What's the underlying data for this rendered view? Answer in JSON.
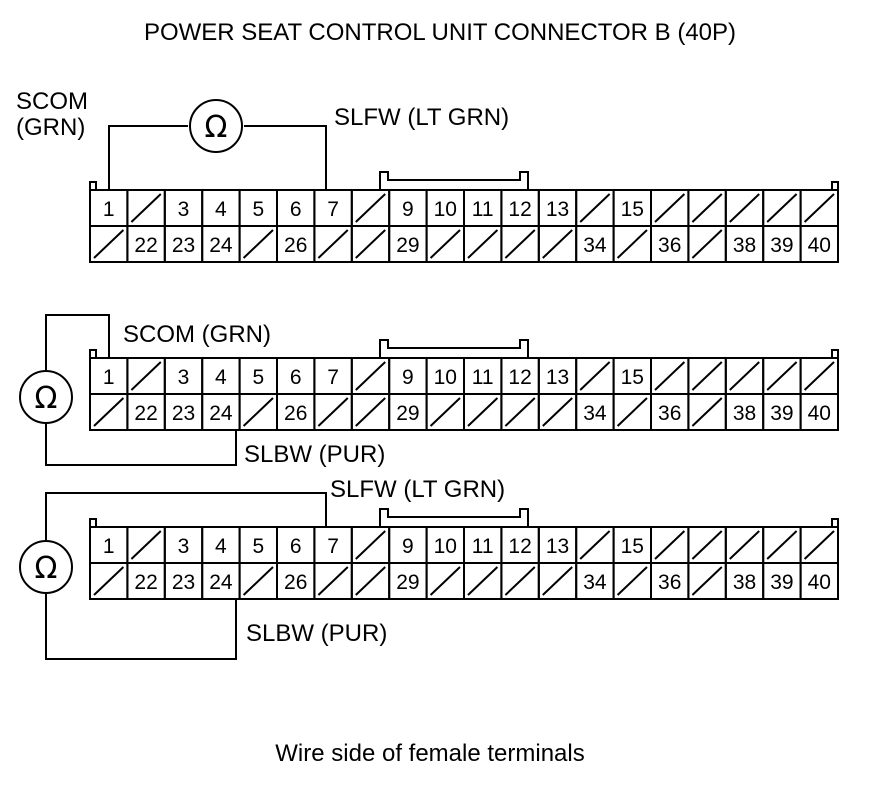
{
  "title": "POWER SEAT CONTROL UNIT CONNECTOR B (40P)",
  "caption": "Wire side of female terminals",
  "ohm_symbol": "Ω",
  "connector": {
    "top_row": [
      "1",
      "",
      "3",
      "4",
      "5",
      "6",
      "7",
      "",
      "9",
      "10",
      "11",
      "12",
      "13",
      "",
      "15",
      "",
      "",
      "",
      "",
      ""
    ],
    "bottom_row": [
      "",
      "22",
      "23",
      "24",
      "",
      "26",
      "",
      "",
      "29",
      "",
      "",
      "",
      "",
      "34",
      "",
      "36",
      "",
      "38",
      "39",
      "40"
    ]
  },
  "test1": {
    "label_a": "SCOM\n(GRN)",
    "label_b": "SLFW (LT GRN)",
    "pins": [
      "1",
      "7"
    ]
  },
  "test2": {
    "label_a": "SCOM (GRN)",
    "label_b": "SLBW (PUR)",
    "pins": [
      "1",
      "24"
    ]
  },
  "test3": {
    "label_a": "SLFW (LT GRN)",
    "label_b": "SLBW (PUR)",
    "pins": [
      "7",
      "24"
    ]
  }
}
